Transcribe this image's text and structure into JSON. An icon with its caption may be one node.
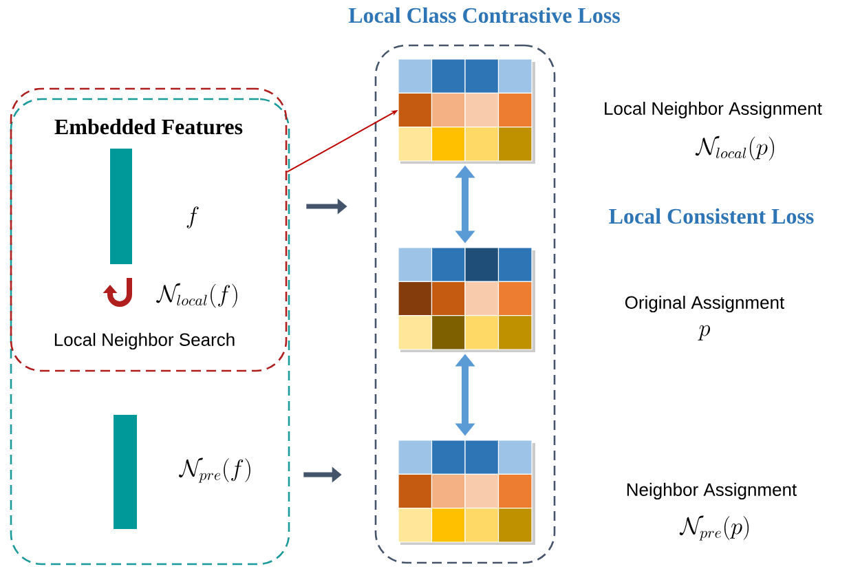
{
  "diagram": {
    "title": "Local  Class Contrastive Loss",
    "nodes": [
      {
        "text": [],
        "shape": "box"
      },
      {
        "text": [
          "Embedded Features",
          "Local Neighbor Search"
        ],
        "in": 0
      },
      {
        "text": [],
        "shape": "bar",
        "in": 1,
        "beside": [
          "f",
          "\\mathcal{N}_{local}(f)"
        ]
      },
      {
        "text": [],
        "shape": "bar",
        "in": 0,
        "beside": [
          "\\mathcal{N}_{pre}(f)"
        ]
      },
      {
        "text": [],
        "shape": "box"
      },
      {
        "text": [],
        "shape": "box",
        "in": 4,
        "beside": [
          "Local Neighbor Assignment",
          "\\mathcal{N}_{local}(p)"
        ]
      },
      {
        "text": [],
        "shape": "box",
        "in": 4,
        "beside": [
          "Original Assignment",
          "p"
        ]
      },
      {
        "text": [],
        "shape": "box",
        "in": 4,
        "beside": [
          "Neighbor Assignment",
          "\\mathcal{N}_{pre}(p)"
        ]
      }
    ],
    "edges": [
      {
        "from": 1,
        "to": 5,
        "arrow": "to",
        "color": "#c00000"
      },
      {
        "from": 1,
        "to": 4,
        "arrow": "to"
      },
      {
        "from": 0,
        "to": 4,
        "arrow": "to"
      },
      {
        "from": 5,
        "to": 6,
        "arrow": "both",
        "color": "#5b9bd5"
      },
      {
        "from": 6,
        "to": 7,
        "arrow": "both",
        "color": "#5b9bd5"
      }
    ],
    "labels": [
      "Local Consistent Loss"
    ]
  }
}
